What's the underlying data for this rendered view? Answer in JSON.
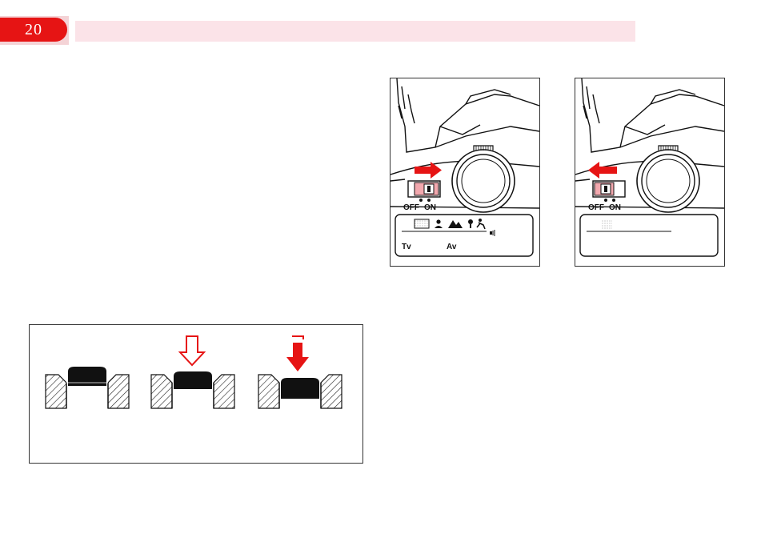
{
  "page": {
    "number": "20",
    "accent_color": "#e61414",
    "band_color": "#fbe3e8"
  },
  "camera_on_figure": {
    "switch_labels": {
      "off": "OFF",
      "on": "ON"
    },
    "arrow_direction": "right",
    "lcd_labels": {
      "tv": "Tv",
      "av": "Av"
    },
    "icons": [
      "full-auto-mode-icon",
      "portrait-mode-icon",
      "landscape-mode-icon",
      "close-up-mode-icon",
      "sports-mode-icon",
      "beeper-icon"
    ]
  },
  "camera_off_figure": {
    "switch_labels": {
      "off": "OFF",
      "on": "ON"
    },
    "arrow_direction": "left"
  },
  "shutter_figure": {
    "steps": [
      {
        "arrow": "none"
      },
      {
        "arrow": "outline-down"
      },
      {
        "arrow": "solid-down"
      }
    ]
  }
}
